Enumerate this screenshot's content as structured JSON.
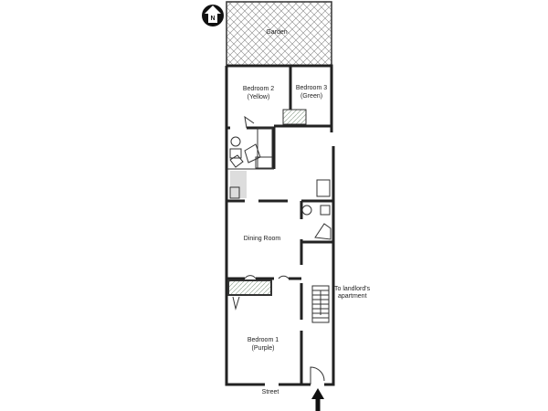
{
  "plan": {
    "compass_letter": "N",
    "rooms": {
      "garden": "Garden",
      "bedroom2": [
        "Bedroom 2",
        "(Yellow)"
      ],
      "bedroom3": [
        "Bedroom 3",
        "(Green)"
      ],
      "dining": "Dining Room",
      "bedroom1": [
        "Bedroom 1",
        "(Purple)"
      ]
    },
    "landlord_note": [
      "To landlord's",
      "apartment"
    ],
    "street": "Street"
  }
}
